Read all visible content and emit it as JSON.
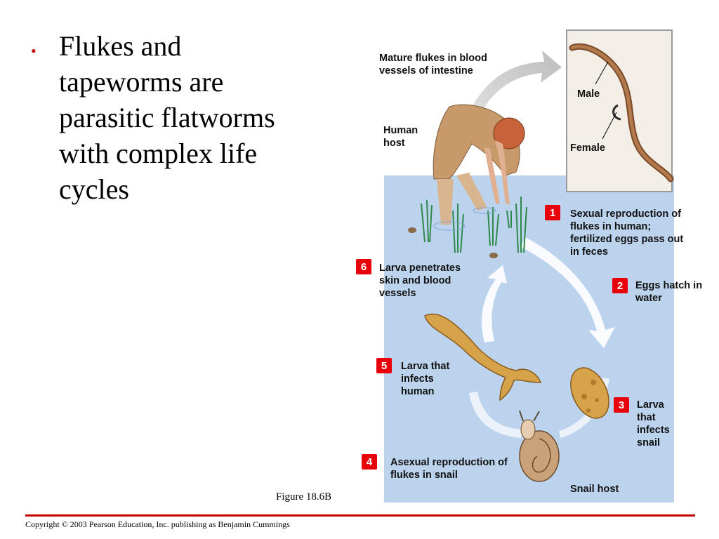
{
  "slide": {
    "bullet_text": "Flukes and tapeworms are parasitic flatworms with complex life cycles",
    "figure_label": "Figure 18.6B",
    "copyright": "Copyright © 2003 Pearson Education, Inc. publishing as Benjamin Cummings"
  },
  "diagram": {
    "labels": {
      "mature_flukes": "Mature flukes in blood vessels of intestine",
      "human_host": "Human host",
      "male": "Male",
      "female": "Female",
      "snail_host": "Snail host"
    },
    "steps": [
      {
        "number": "1",
        "text": "Sexual reproduction of flukes in human; fertilized eggs pass out in feces"
      },
      {
        "number": "2",
        "text": "Eggs hatch in water"
      },
      {
        "number": "3",
        "text": "Larva that infects snail"
      },
      {
        "number": "4",
        "text": "Asexual reproduction of flukes in snail"
      },
      {
        "number": "5",
        "text": "Larva that infects human"
      },
      {
        "number": "6",
        "text": "Larva penetrates skin and blood vessels"
      }
    ]
  },
  "colors": {
    "accent_red": "#c00000",
    "badge_red": "#e8000b",
    "water_blue": "#bcd3ee"
  }
}
